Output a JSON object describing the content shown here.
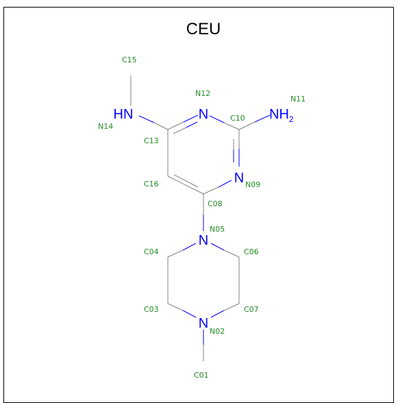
{
  "title": "CEU",
  "colors": {
    "carbon_bond": "#808080",
    "nitrogen": "#0000ff",
    "atom_label": "#228b22",
    "frame": "#000000"
  },
  "atoms": {
    "n12": {
      "symbol": "N"
    },
    "n09": {
      "symbol": "N"
    },
    "n05": {
      "symbol": "N"
    },
    "n02": {
      "symbol": "N"
    },
    "n14": {
      "symbol": "HN"
    },
    "n11": {
      "symbol": "NH",
      "subscript": "2"
    }
  },
  "labels": {
    "c15": "C15",
    "n12": "N12",
    "n11": "N11",
    "n14": "N14",
    "c10": "C10",
    "c13": "C13",
    "c16": "C16",
    "n09": "N09",
    "c08": "C08",
    "n05": "N05",
    "c04": "C04",
    "c06": "C06",
    "c03": "C03",
    "c07": "C07",
    "n02": "N02",
    "c01": "C01"
  }
}
